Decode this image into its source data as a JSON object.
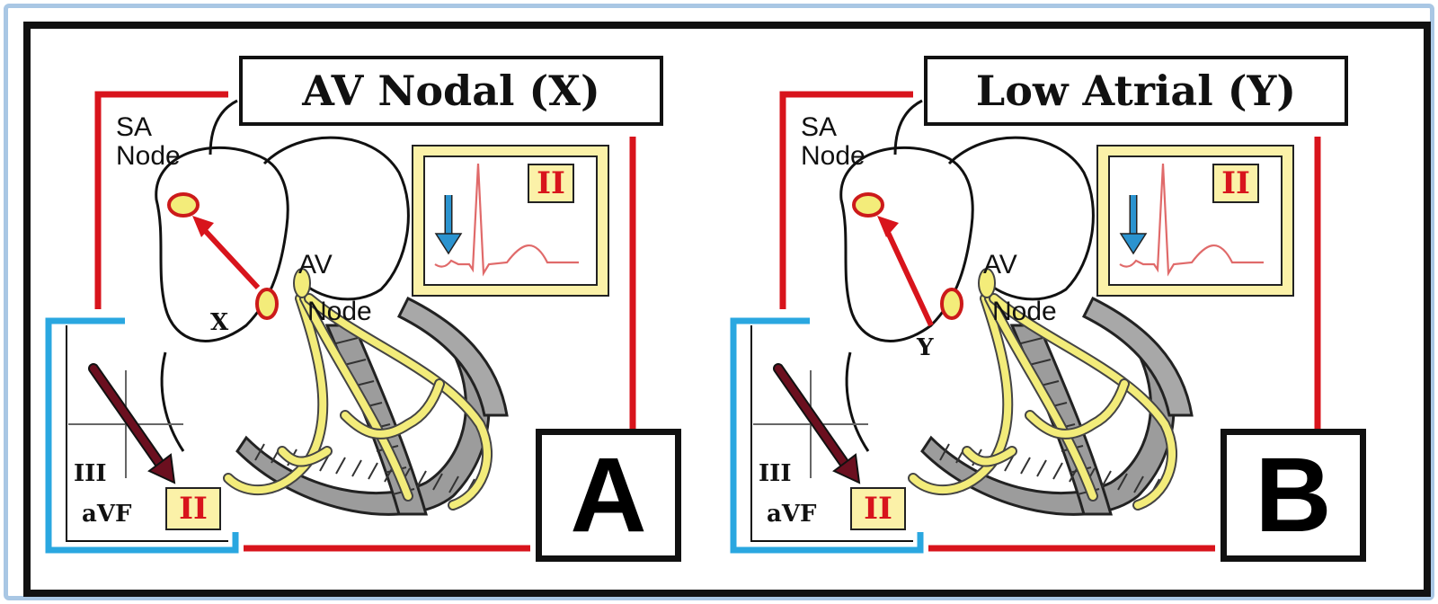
{
  "panels": [
    {
      "title": "AV Nodal (X)",
      "letter": "A",
      "sa_label_line1": "SA",
      "sa_label_line2": "Node",
      "av_label_line1": "AV",
      "av_label_line2": "Node",
      "focus_label": "X",
      "inset_lead": "II",
      "axis_lead_iii": "III",
      "axis_lead_avf": "aVF",
      "axis_lead_ii": "II"
    },
    {
      "title": "Low Atrial (Y)",
      "letter": "B",
      "sa_label_line1": "SA",
      "sa_label_line2": "Node",
      "av_label_line1": "AV",
      "av_label_line2": "Node",
      "focus_label": "Y",
      "inset_lead": "II",
      "axis_lead_iii": "III",
      "axis_lead_avf": "aVF",
      "axis_lead_ii": "II"
    }
  ],
  "colors": {
    "frame_border": "#a9c7e4",
    "red_bracket": "#d8141c",
    "blue_bracket": "#2aa7e0",
    "conduction_yellow": "#f3ec7a",
    "node_red": "#cc1a1a",
    "inset_bg": "#fbf1a8",
    "p_wave_arrow": "#2b93cf",
    "axis_arrow": "#6b0f1f"
  }
}
